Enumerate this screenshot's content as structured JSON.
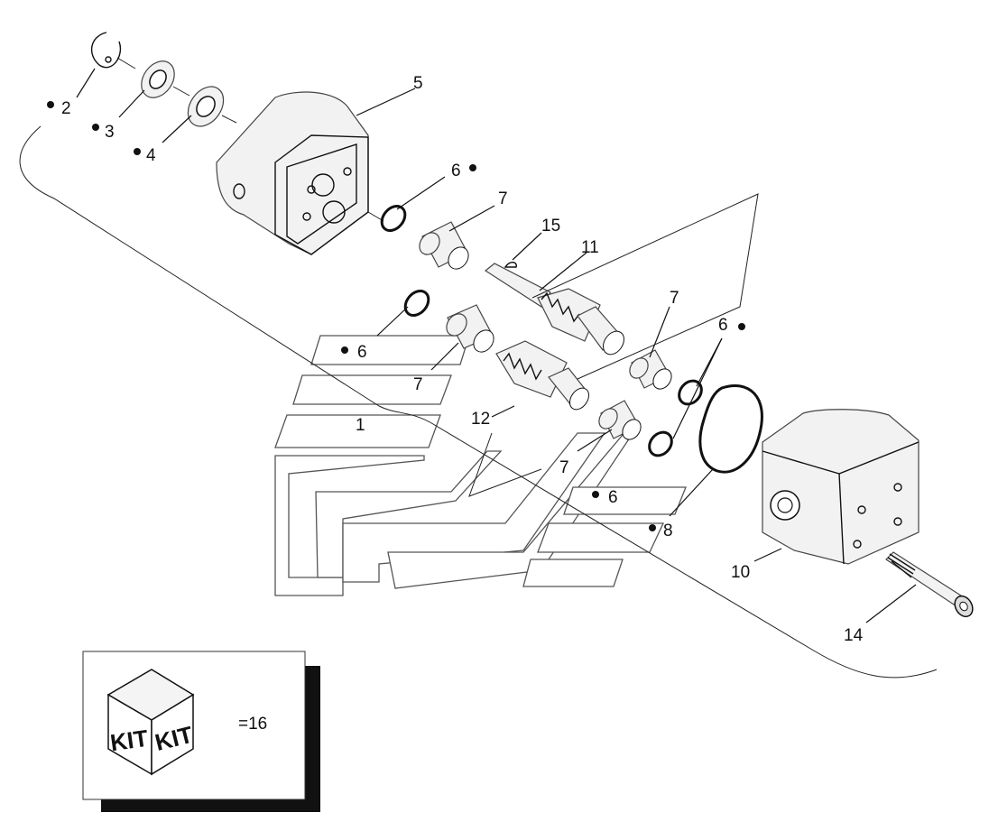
{
  "callouts": [
    {
      "id": "c2",
      "label": "2"
    },
    {
      "id": "c3",
      "label": "3"
    },
    {
      "id": "c4",
      "label": "4"
    },
    {
      "id": "c5",
      "label": "5"
    },
    {
      "id": "c6a",
      "label": "6"
    },
    {
      "id": "c7a",
      "label": "7"
    },
    {
      "id": "c15",
      "label": "15"
    },
    {
      "id": "c11",
      "label": "11"
    },
    {
      "id": "c6b",
      "label": "6"
    },
    {
      "id": "c7b",
      "label": "7"
    },
    {
      "id": "c7c",
      "label": "7"
    },
    {
      "id": "c6c",
      "label": "6"
    },
    {
      "id": "c1",
      "label": "1"
    },
    {
      "id": "c12",
      "label": "12"
    },
    {
      "id": "c7d",
      "label": "7"
    },
    {
      "id": "c6d",
      "label": "6"
    },
    {
      "id": "c8",
      "label": "8"
    },
    {
      "id": "c10",
      "label": "10"
    },
    {
      "id": "c14",
      "label": "14"
    }
  ],
  "kit": {
    "face_left": "KIT",
    "face_right": "KIT",
    "legend": "=16"
  }
}
